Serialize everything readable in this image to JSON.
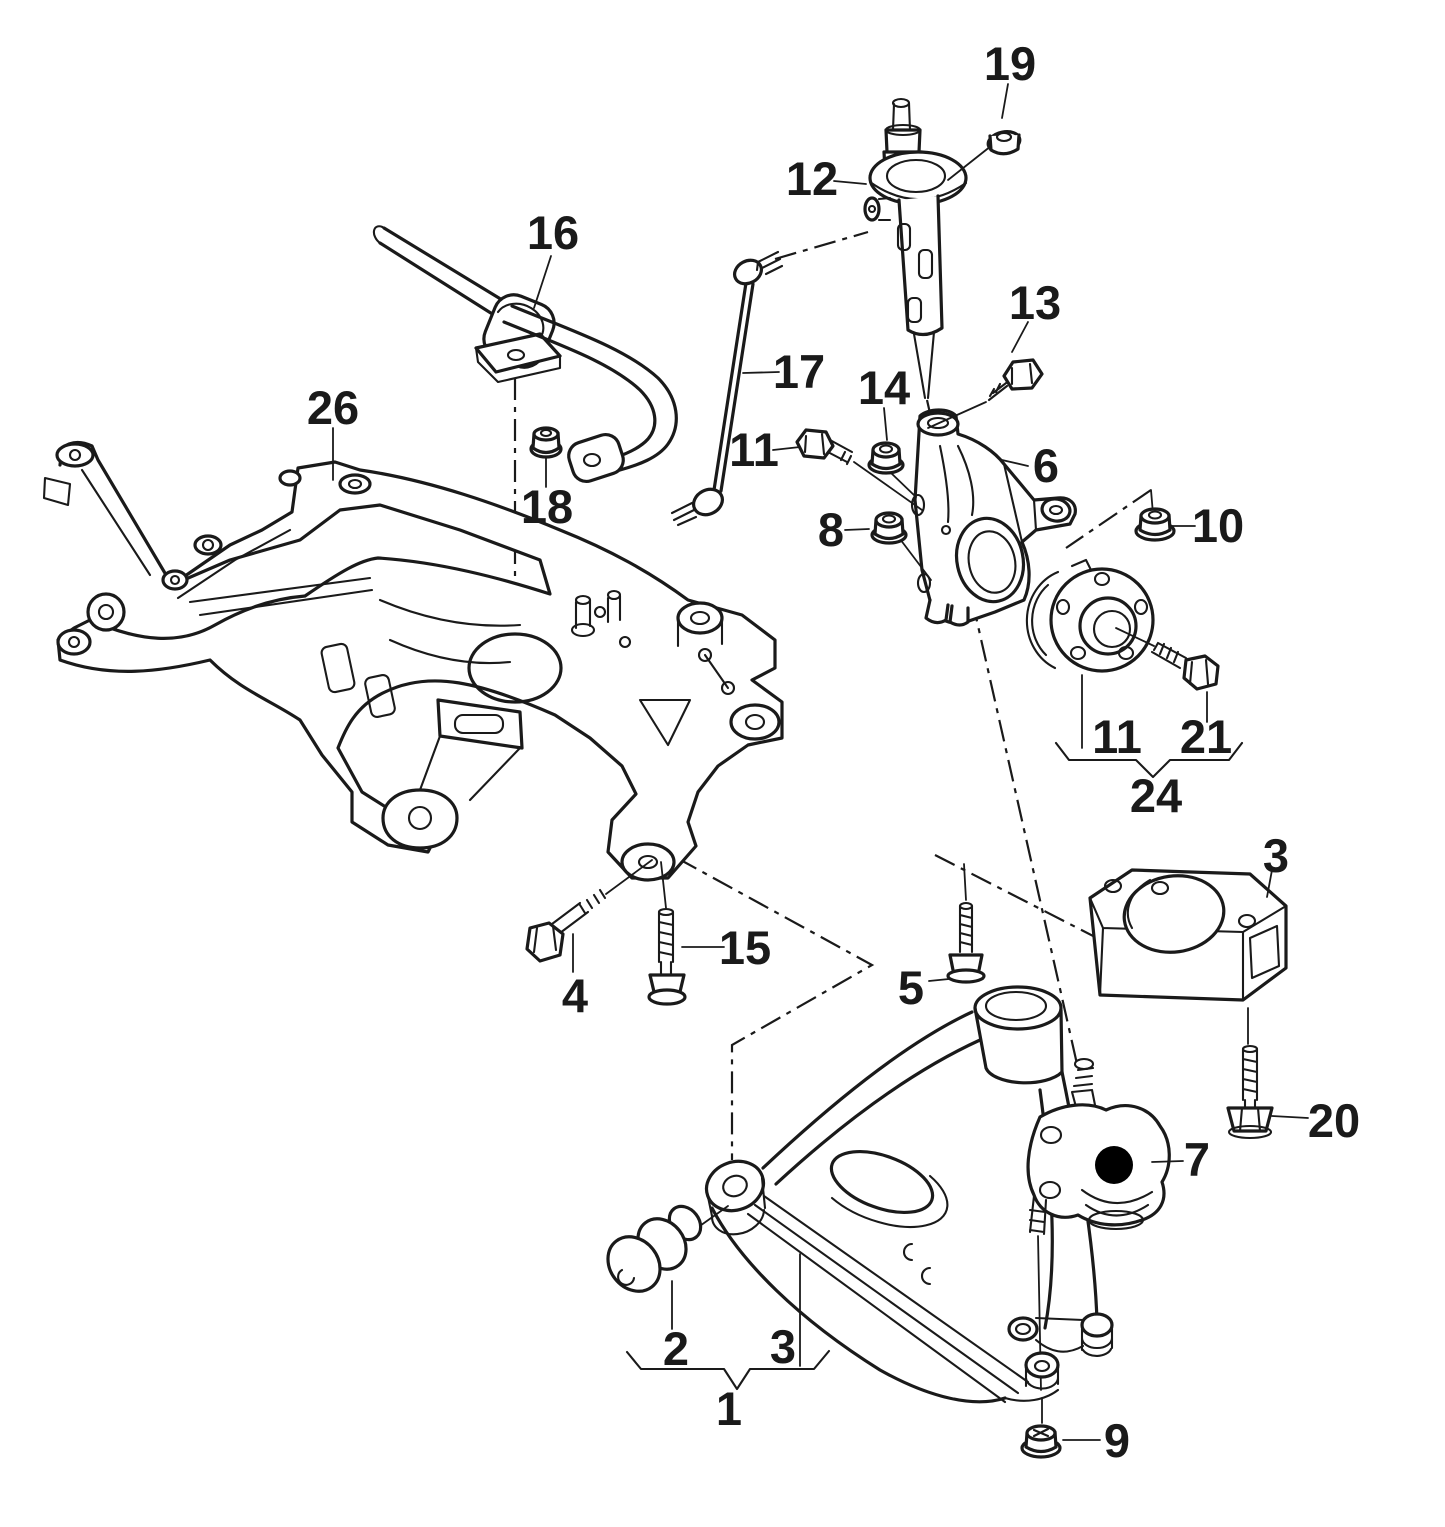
{
  "diagram": {
    "type": "exploded-parts-line-drawing",
    "subject": "front axle subframe and suspension components",
    "background": "#ffffff",
    "line_color": "#1a1a1a",
    "filled_marker_color": "#000000",
    "callouts": {
      "c1": {
        "label": "1"
      },
      "c2": {
        "label": "2"
      },
      "c3a": {
        "label": "3"
      },
      "c3b": {
        "label": "3"
      },
      "c4": {
        "label": "4"
      },
      "c5": {
        "label": "5"
      },
      "c6": {
        "label": "6"
      },
      "c7": {
        "label": "7"
      },
      "c8": {
        "label": "8"
      },
      "c9": {
        "label": "9"
      },
      "c10": {
        "label": "10"
      },
      "c11a": {
        "label": "11"
      },
      "c11b": {
        "label": "11"
      },
      "c12": {
        "label": "12"
      },
      "c13": {
        "label": "13"
      },
      "c14": {
        "label": "14"
      },
      "c15": {
        "label": "15"
      },
      "c16": {
        "label": "16"
      },
      "c17": {
        "label": "17"
      },
      "c18": {
        "label": "18"
      },
      "c19": {
        "label": "19"
      },
      "c20": {
        "label": "20"
      },
      "c21": {
        "label": "21"
      },
      "c24": {
        "label": "24"
      },
      "c26": {
        "label": "26"
      }
    }
  }
}
